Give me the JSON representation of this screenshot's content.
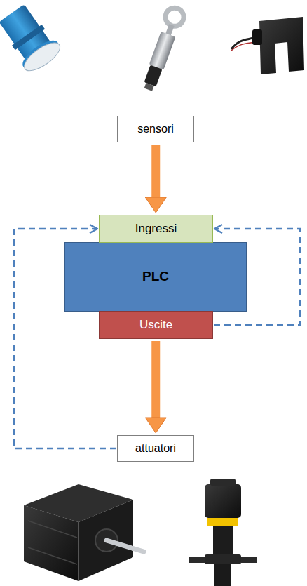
{
  "diagram": {
    "nodes": [
      {
        "text": [
          "sensori"
        ]
      },
      {
        "text": [
          "Ingressi"
        ]
      },
      {
        "text": [
          "PLC"
        ]
      },
      {
        "text": [
          "Uscite"
        ]
      },
      {
        "text": [
          "attuatori"
        ]
      }
    ],
    "edges": [
      {
        "from": 0,
        "to": 1,
        "arrow": "to"
      },
      {
        "from": 3,
        "to": 4,
        "arrow": "to"
      },
      {
        "from": 4,
        "to": 1,
        "arrow": "to"
      },
      {
        "from": 3,
        "to": 1,
        "arrow": "to"
      }
    ]
  }
}
